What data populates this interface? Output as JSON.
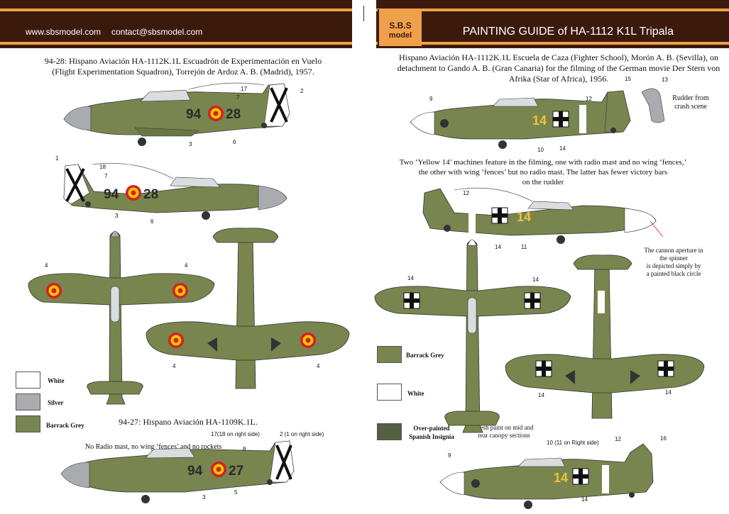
{
  "header": {
    "website": "www.sbsmodel.com",
    "email": "contact@sbsmodel.com",
    "title": "PAINTING GUIDE of HA-1112 K1L Tripala",
    "logo_line1": "S.B.S",
    "logo_line2": "model"
  },
  "left": {
    "caption_l1": "94-28: Hispano Aviación HA-1112K.1L  Escuadrón de Experimentación en Vuelo",
    "caption_l2": "(Flight Experimentation Squadron), Torrejón de Ardoz A. B. (Madrid), 1957.",
    "caption2": "94-27: Hispano Aviación HA-1109K.1L.",
    "note_no_radio": "No Radio mast, no wing ‘fences’ and no rockets",
    "code_a": "94",
    "code_b": "28",
    "code_c": "27",
    "legend": [
      {
        "label": "White",
        "color": "#ffffff"
      },
      {
        "label": "Silver",
        "color": "#a9abae"
      },
      {
        "label": "Barrack Grey",
        "color": "#78854f"
      }
    ],
    "markers": {
      "m17": "17",
      "m7": "7",
      "m2": "2",
      "m3": "3",
      "m6": "6",
      "m1": "1",
      "m18": "18",
      "m4": "4",
      "m5": "5",
      "m8": "8",
      "m17b": "17(18 on right side)",
      "m2b": "2 (1 on right side)"
    }
  },
  "right": {
    "caption_l1": "Hispano Aviación HA-1112K.1L Escuela de Caza (Fighter School), Morón A. B. (Sevilla), on",
    "caption_l2": "detachment to Gando A. B. (Gran Canaria) for the filming of the German movie Der Stern von",
    "caption_l3": "Afrika (Star of Africa), 1956.",
    "note_two_l1": "Two ‘Yellow 14’ machines feature in the filming, one with radio mast and no wing ‘fences,’",
    "note_two_l2": "the other with wing ‘fences’ but no radio mast. The latter has fewer victory bars",
    "note_two_l3": "on the rudder",
    "rudder_l1": "Rudder from",
    "rudder_l2": "crash scene",
    "cannon_l1": "The cannon aperture in",
    "cannon_l2": "the spinner",
    "cannon_l3": "is depicted simply by",
    "cannon_l4": "a painted black circle",
    "fresh_l1": "Fresh paint on mid and",
    "fresh_l2": "rear canopy sections",
    "code14": "14",
    "legend": [
      {
        "label": "Barrack Grey",
        "color": "#78854f"
      },
      {
        "label": "White",
        "color": "#ffffff"
      },
      {
        "label": "Over-painted Spanish Insignia",
        "color": "#556040"
      }
    ],
    "markers": {
      "m9": "9",
      "m15": "15",
      "m13": "13",
      "m12": "12",
      "m10": "10",
      "m14": "14",
      "m11": "11",
      "m16": "16",
      "m10b": "10 (11 on Right side)"
    }
  }
}
